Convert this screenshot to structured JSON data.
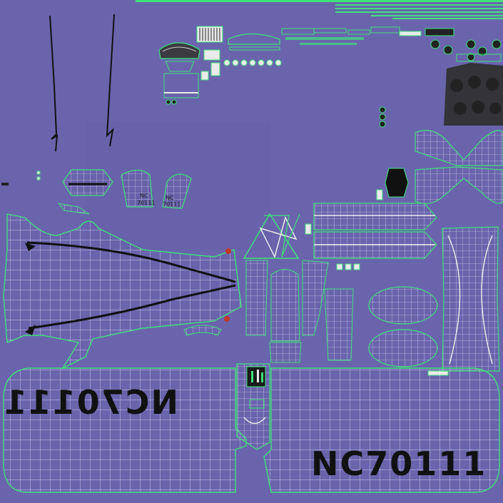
{
  "texture": {
    "background": "#6a64ad",
    "wire_color": "#ffffff",
    "edge_color": "#38d66b",
    "ink_color": "#111111"
  },
  "labels": {
    "tail_left_prefix": "NC",
    "tail_left_number": "70111",
    "tail_right_prefix": "NC",
    "tail_right_number": "70111",
    "wing_left_registration": "NC70111",
    "wing_right_registration": "NC70111"
  }
}
